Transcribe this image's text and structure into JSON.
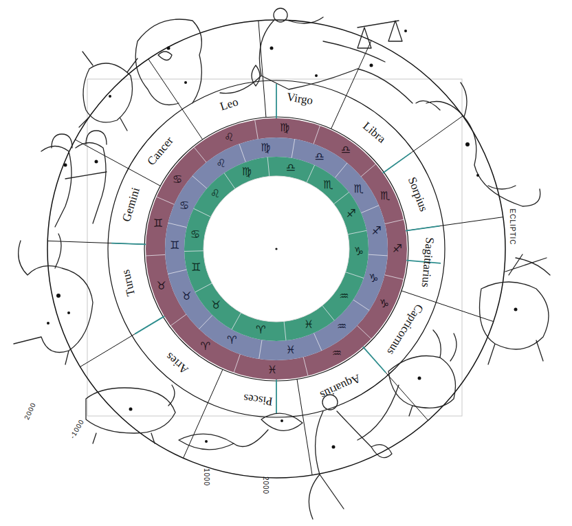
{
  "diagram": {
    "labels": [
      "Leo",
      "Virgo",
      "Libra",
      "Sorpius",
      "Sagittarius",
      "Capricornus",
      "Aquarius",
      "Pisces",
      "Aries",
      "Turus",
      "Gemini",
      "Cancer",
      "ECLIPTIC",
      "2000",
      "-1000",
      "1000",
      "2000",
      "♌",
      "♍",
      "♎",
      "♏",
      "♐",
      "♑",
      "♒",
      "♓",
      "♈",
      "♉",
      "♊",
      "♋",
      "♌",
      "♍",
      "♎",
      "♏",
      "♐",
      "♑",
      "♒",
      "♓",
      "♈",
      "♉",
      "♊",
      "♋",
      "♌",
      "♍",
      "♎",
      "♏",
      "♐",
      "♑",
      "♒",
      "♓",
      "♈",
      "♉",
      "♊",
      "♋"
    ]
  }
}
